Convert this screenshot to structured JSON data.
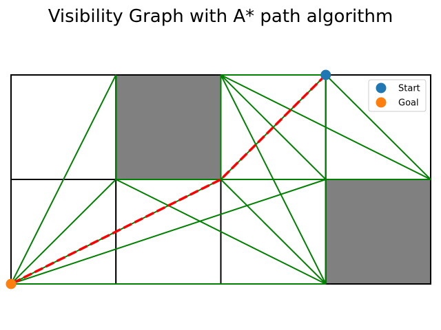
{
  "chart_data": {
    "type": "scatter",
    "title": "Visibility Graph with A* path algorithm",
    "xlim": [
      0,
      4
    ],
    "ylim": [
      0,
      2
    ],
    "grid_cells": [
      {
        "x0": 0,
        "y0": 1,
        "x1": 1,
        "y1": 2,
        "fill": "#ffffff"
      },
      {
        "x0": 1,
        "y0": 1,
        "x1": 2,
        "y1": 2,
        "fill": "#808080"
      },
      {
        "x0": 2,
        "y0": 1,
        "x1": 3,
        "y1": 2,
        "fill": "#ffffff"
      },
      {
        "x0": 3,
        "y0": 1,
        "x1": 4,
        "y1": 2,
        "fill": "#ffffff"
      },
      {
        "x0": 0,
        "y0": 0,
        "x1": 1,
        "y1": 1,
        "fill": "#ffffff"
      },
      {
        "x0": 1,
        "y0": 0,
        "x1": 2,
        "y1": 1,
        "fill": "#ffffff"
      },
      {
        "x0": 2,
        "y0": 0,
        "x1": 3,
        "y1": 1,
        "fill": "#ffffff"
      },
      {
        "x0": 3,
        "y0": 0,
        "x1": 4,
        "y1": 1,
        "fill": "#808080"
      }
    ],
    "edges": [
      [
        [
          0,
          0
        ],
        [
          1,
          2
        ]
      ],
      [
        [
          0,
          0
        ],
        [
          1,
          1
        ]
      ],
      [
        [
          0,
          0
        ],
        [
          2,
          1
        ]
      ],
      [
        [
          0,
          0
        ],
        [
          3,
          1
        ]
      ],
      [
        [
          0,
          0
        ],
        [
          3,
          0
        ]
      ],
      [
        [
          1,
          2
        ],
        [
          1,
          1
        ]
      ],
      [
        [
          1,
          1
        ],
        [
          2,
          1
        ]
      ],
      [
        [
          1,
          1
        ],
        [
          3,
          1
        ]
      ],
      [
        [
          1,
          1
        ],
        [
          3,
          0
        ]
      ],
      [
        [
          2,
          2
        ],
        [
          2,
          1
        ]
      ],
      [
        [
          2,
          2
        ],
        [
          3,
          2
        ]
      ],
      [
        [
          2,
          2
        ],
        [
          3,
          1
        ]
      ],
      [
        [
          2,
          2
        ],
        [
          3,
          0
        ]
      ],
      [
        [
          2,
          2
        ],
        [
          4,
          1
        ]
      ],
      [
        [
          2,
          1
        ],
        [
          3,
          2
        ]
      ],
      [
        [
          2,
          1
        ],
        [
          3,
          1
        ]
      ],
      [
        [
          2,
          1
        ],
        [
          3,
          0
        ]
      ],
      [
        [
          3,
          2
        ],
        [
          3,
          1
        ]
      ],
      [
        [
          3,
          2
        ],
        [
          4,
          1
        ]
      ],
      [
        [
          3,
          1
        ],
        [
          4,
          1
        ]
      ],
      [
        [
          3,
          1
        ],
        [
          3,
          0
        ]
      ]
    ],
    "path": [
      [
        3,
        2
      ],
      [
        2,
        1
      ],
      [
        0,
        0
      ]
    ],
    "series": [
      {
        "name": "Start",
        "x": [
          3
        ],
        "y": [
          2
        ],
        "color": "#1f77b4"
      },
      {
        "name": "Goal",
        "x": [
          0
        ],
        "y": [
          0
        ],
        "color": "#ff7f0e"
      }
    ],
    "colors": {
      "edge": "#008000",
      "path": "#ff0000",
      "grid_line": "#000000"
    },
    "grid": false,
    "legend_position": "top-right"
  }
}
